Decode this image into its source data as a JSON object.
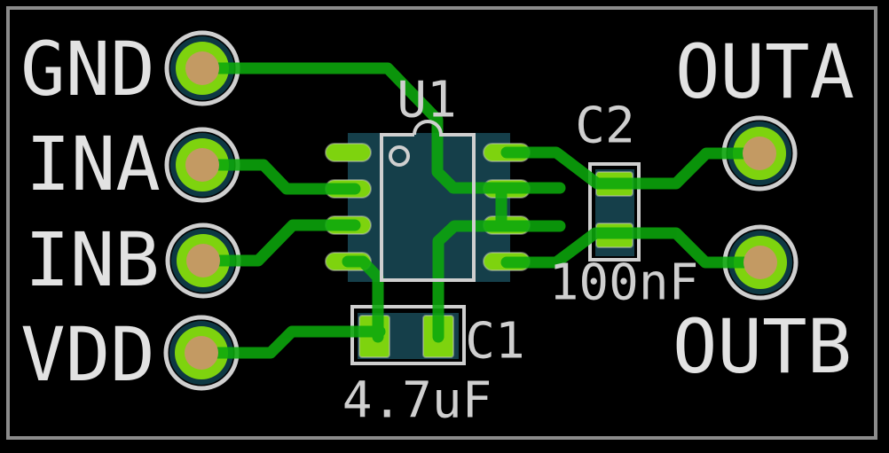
{
  "colors": {
    "background": "#000000",
    "board_outline": "#8b8b8b",
    "trace": "#0ca80c",
    "pad_copper": "#7ed30e",
    "drill_hole": "#c39a63",
    "pad_ring_dark": "#0d3843",
    "component_body": "#153f4a",
    "silkscreen": "#cfcfcf",
    "net_label": "#e2e2e2"
  },
  "net_labels": {
    "gnd": "GND",
    "ina": "INA",
    "inb": "INB",
    "vdd": "VDD",
    "outa": "OUTA",
    "outb": "OUTB"
  },
  "components": {
    "u1": {
      "ref": "U1"
    },
    "c1": {
      "ref": "C1",
      "value": "4.7uF"
    },
    "c2": {
      "ref": "C2",
      "value": "100nF"
    }
  }
}
